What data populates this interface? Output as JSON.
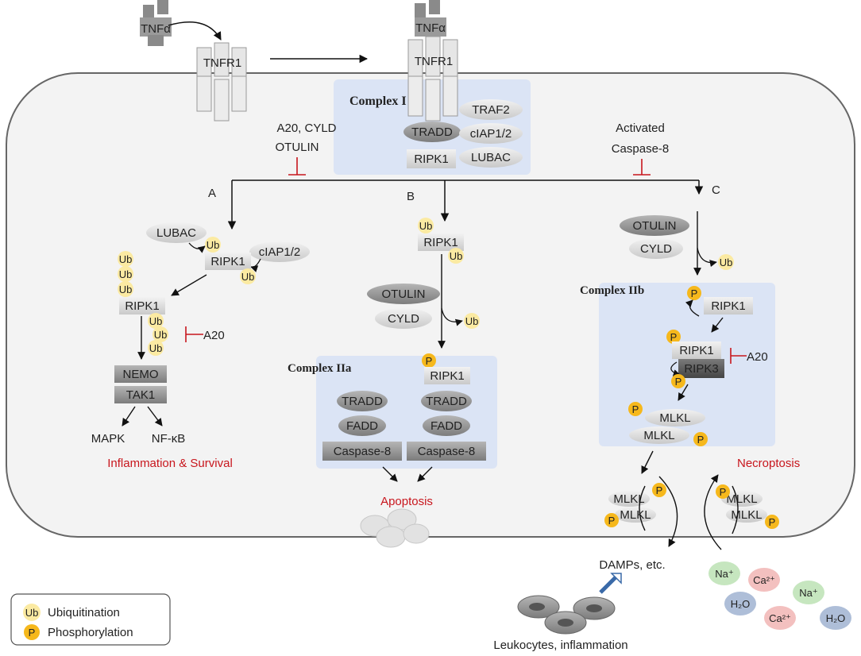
{
  "ligand": "TNFα",
  "receptor": "TNFR1",
  "complex_i": {
    "title": "Complex I",
    "proteins": [
      "TRADD",
      "RIPK1",
      "TRAF2",
      "cIAP1/2",
      "LUBAC"
    ]
  },
  "inhibitors": {
    "left_line1": "A20, CYLD",
    "left_line2": "OTULIN",
    "right_line1": "Activated",
    "right_line2": "Caspase-8"
  },
  "branches": [
    "A",
    "B",
    "C"
  ],
  "branch_a": {
    "lubac": "LUBAC",
    "ciap": "cIAP1/2",
    "ripk1": "RIPK1",
    "a20": "A20",
    "nemo": "NEMO",
    "tak1": "TAK1",
    "mapk": "MAPK",
    "nfkb": "NF-κB",
    "outcome": "Inflammation & Survival"
  },
  "branch_b": {
    "ripk1": "RIPK1",
    "otulin": "OTULIN",
    "cyld": "CYLD",
    "complex_title": "Complex IIa",
    "tradd": "TRADD",
    "fadd": "FADD",
    "caspase8": "Caspase-8",
    "outcome": "Apoptosis"
  },
  "branch_c": {
    "otulin": "OTULIN",
    "cyld": "CYLD",
    "complex_title": "Complex IIb",
    "ripk1": "RIPK1",
    "ripk3": "RIPK3",
    "a20": "A20",
    "mlkl": "MLKL",
    "outcome": "Necroptosis",
    "damps": "DAMPs, etc.",
    "leukocytes": "Leukocytes, inflammation",
    "ions": [
      "Na⁺",
      "Ca²⁺",
      "H₂O",
      "Na⁺",
      "Ca²⁺",
      "H₂O"
    ]
  },
  "markers": {
    "ub": "Ub",
    "p": "P"
  },
  "legend": {
    "ub_marker": "Ub",
    "ub_label": "Ubiquitination",
    "p_marker": "P",
    "p_label": "Phosphorylation"
  },
  "colors": {
    "ub": "#fbeaa2",
    "phos": "#f6b81c",
    "red": "#c8161d",
    "complex_bg": "#d6e1f5",
    "protein_light": "#d8d8d8",
    "protein_dark": "#8c8c8c"
  }
}
